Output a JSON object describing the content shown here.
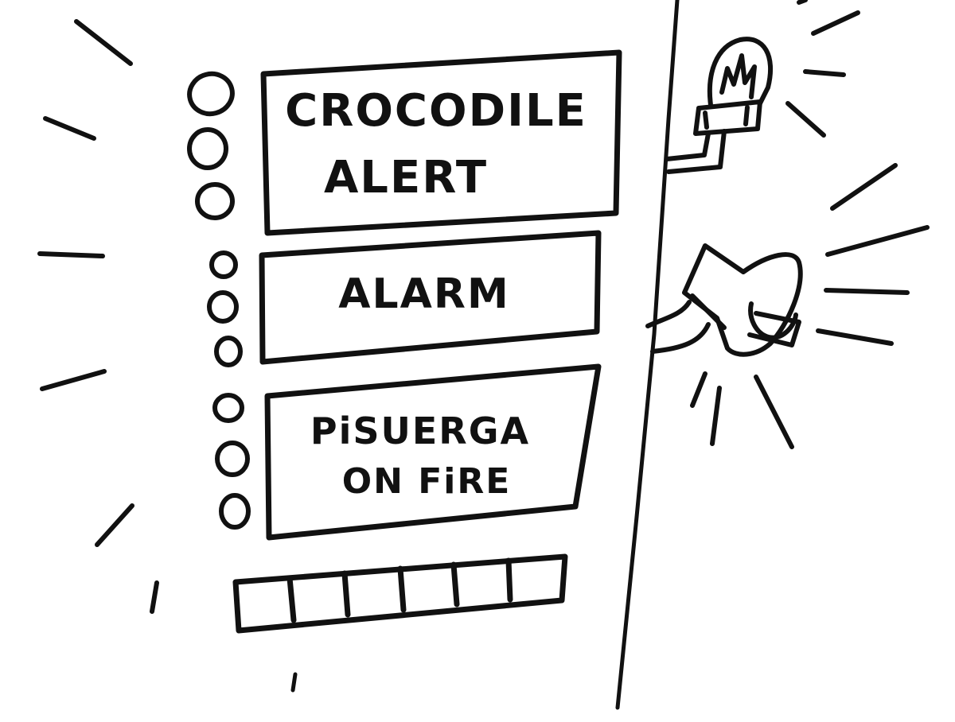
{
  "panels": [
    {
      "lines": [
        "CROCODILE",
        "ALERT"
      ]
    },
    {
      "lines": [
        "ALARM"
      ]
    },
    {
      "lines": [
        "PiSUERGA",
        "ON FiRE"
      ]
    }
  ],
  "colors": {
    "ink": "#111111",
    "paper": "#ffffff"
  },
  "icons": {
    "lamp": "light-bulb-icon",
    "siren": "siren-horn-icon"
  }
}
